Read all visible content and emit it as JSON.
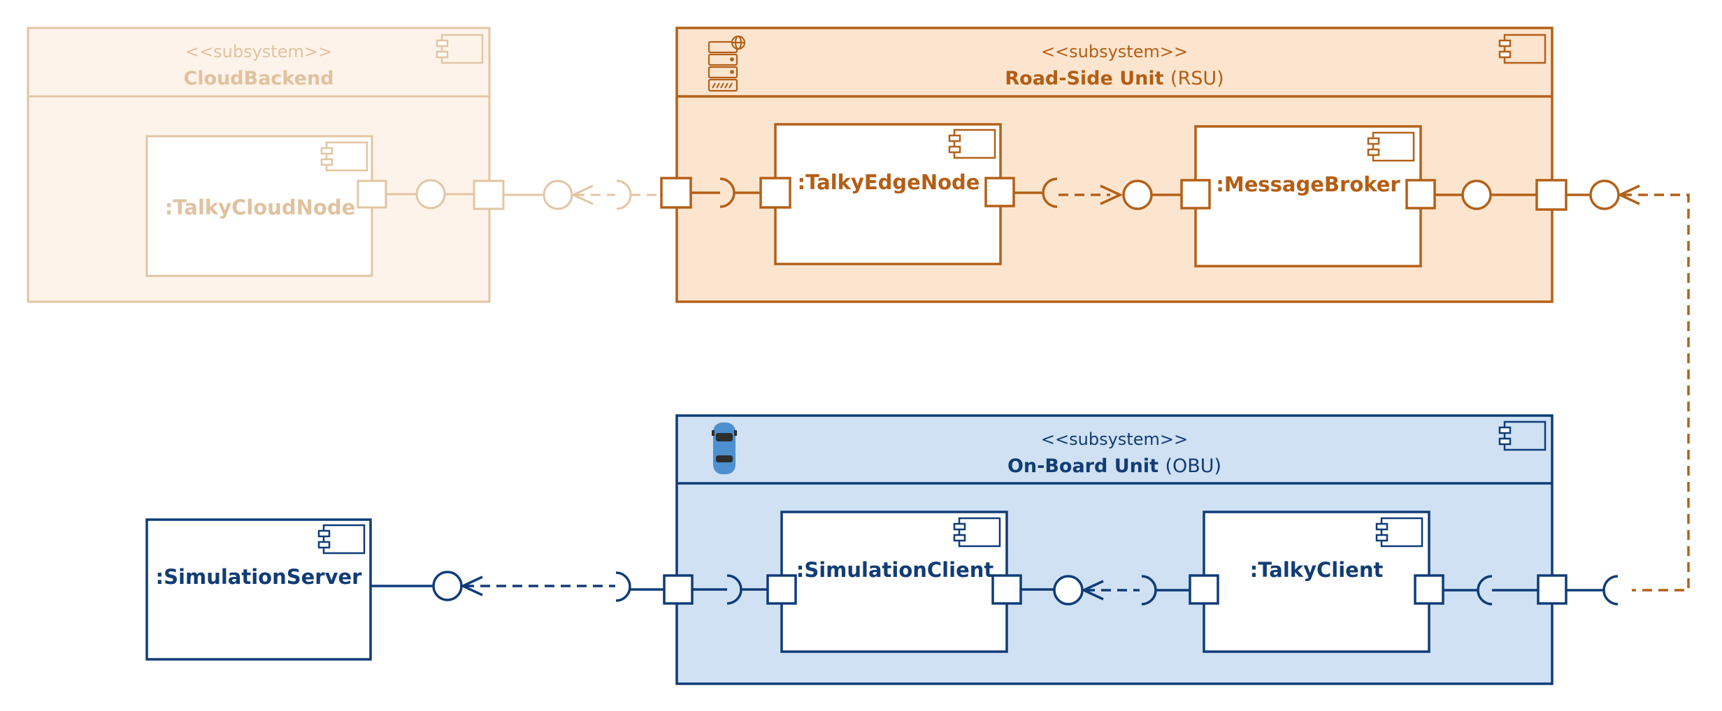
{
  "colors": {
    "cloud_stroke": "#e2c5a3",
    "cloud_fill": "#fdf3ea",
    "cloud_text": "#e0c29f",
    "rsu_stroke": "#b36018",
    "rsu_fill": "#fce5cf",
    "rsu_text": "#b35e14",
    "obu_stroke": "#0f3c78",
    "obu_fill": "#cfe1f3",
    "obu_text": "#123c74",
    "car_body": "#4e8fcf"
  },
  "subsystems": {
    "cloud": {
      "stereotype": "<<subsystem>>",
      "name": "CloudBackend",
      "abbr": ""
    },
    "rsu": {
      "stereotype": "<<subsystem>>",
      "name": "Road-Side Unit",
      "abbr": "(RSU)",
      "icon": "server-icon"
    },
    "obu": {
      "stereotype": "<<subsystem>>",
      "name": "On-Board Unit",
      "abbr": "(OBU)",
      "icon": "car-icon"
    }
  },
  "components": {
    "talky_cloud_node": ":TalkyCloudNode",
    "talky_edge_node": ":TalkyEdgeNode",
    "message_broker": ":MessageBroker",
    "simulation_server": ":SimulationServer",
    "simulation_client": ":SimulationClient",
    "talky_client": ":TalkyClient"
  }
}
